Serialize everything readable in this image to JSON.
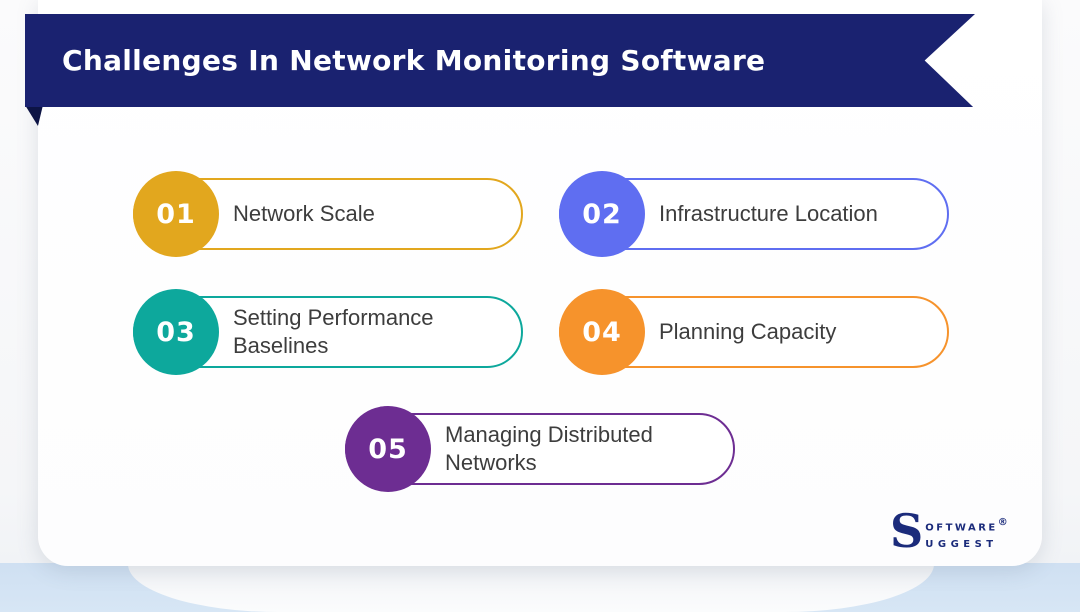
{
  "title": "Challenges In Network Monitoring Software",
  "items": [
    {
      "number": "01",
      "label": "Network Scale",
      "color": "#E2A71E"
    },
    {
      "number": "02",
      "label": "Infrastructure Location",
      "color": "#5F6EF1"
    },
    {
      "number": "03",
      "label": "Setting Performance Baselines",
      "color": "#0DA89C"
    },
    {
      "number": "04",
      "label": "Planning Capacity",
      "color": "#F6932C"
    },
    {
      "number": "05",
      "label": "Managing Distributed Networks",
      "color": "#6D2D92"
    }
  ],
  "logo": {
    "initial": "S",
    "line_top": "oftware",
    "line_bottom": "uggest",
    "registered": "®"
  },
  "colors": {
    "ribbon": "#1A2270",
    "ribbon-fold": "#0D1445",
    "logo": "#1B2B7B",
    "number-text": "#FFFFFF",
    "label-text": "#3D3D3D",
    "bottom-wave": "#CFE0F2"
  }
}
